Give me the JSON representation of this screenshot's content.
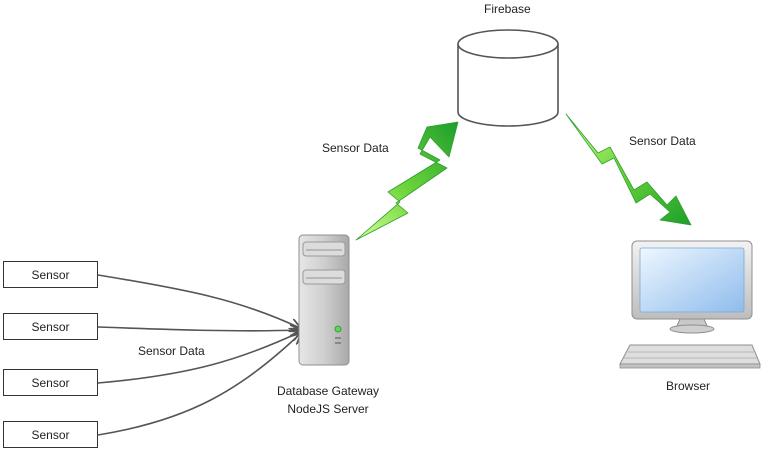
{
  "sensors": [
    {
      "label": "Sensor"
    },
    {
      "label": "Sensor"
    },
    {
      "label": "Sensor"
    },
    {
      "label": "Sensor"
    }
  ],
  "edge_labels": {
    "sensors_to_gateway": "Sensor Data",
    "gateway_to_firebase": "Sensor Data",
    "firebase_to_browser": "Sensor Data"
  },
  "nodes": {
    "firebase": {
      "label": "Firebase"
    },
    "gateway": {
      "line1": "Database Gateway",
      "line2": "NodeJS Server"
    },
    "browser": {
      "label": "Browser"
    }
  },
  "colors": {
    "arrow_green_light": "#b8f06a",
    "arrow_green_dark": "#1e9e2c",
    "line": "#555555",
    "screen_light": "#d6ebff",
    "screen_dark": "#8fbcec"
  }
}
